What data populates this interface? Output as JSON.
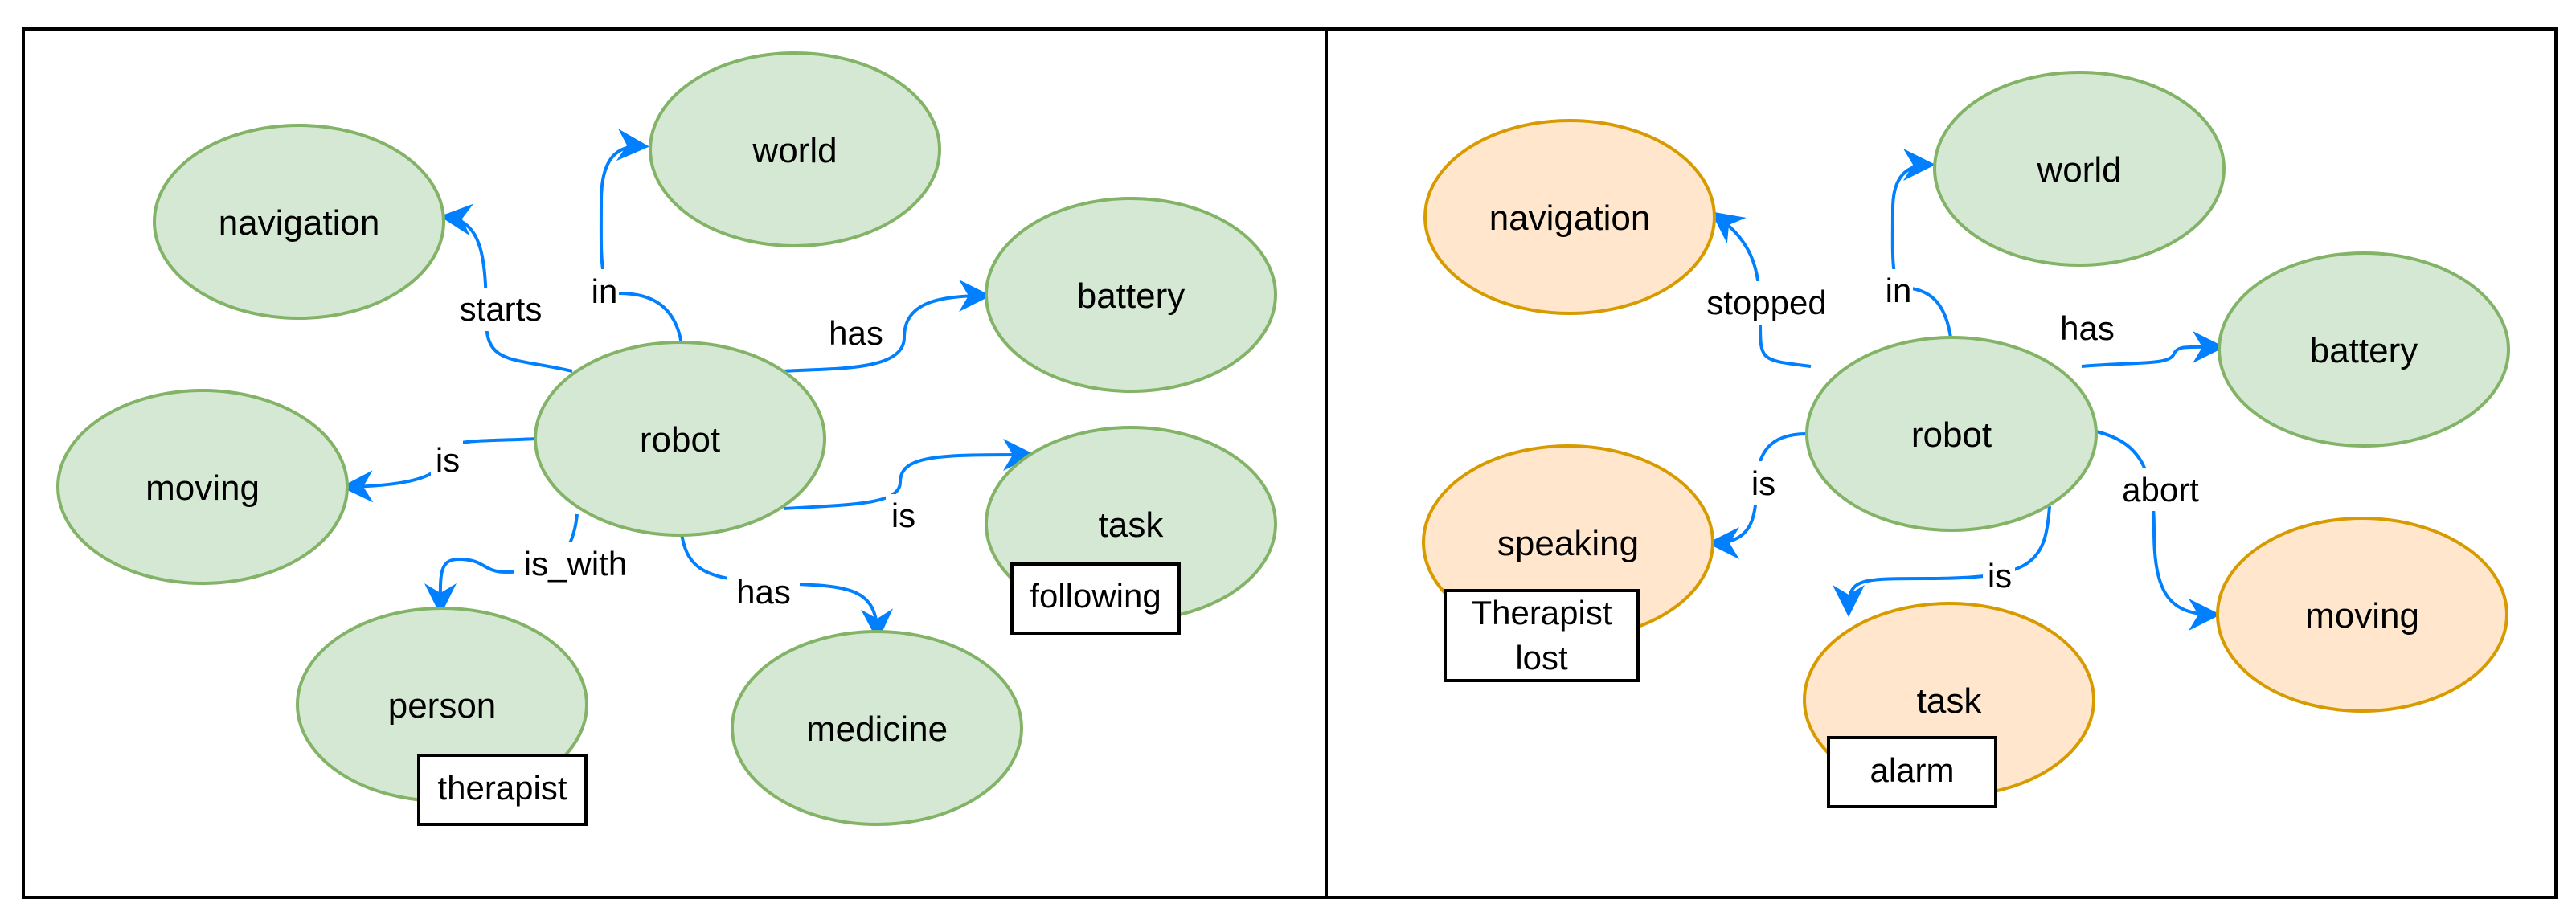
{
  "panels": [
    {
      "nodes": {
        "navigation": "navigation",
        "world": "world",
        "battery": "battery",
        "robot": "robot",
        "moving": "moving",
        "task": "task",
        "person": "person",
        "medicine": "medicine"
      },
      "edges": {
        "starts": "starts",
        "in": "in",
        "has_battery": "has",
        "is_moving": "is",
        "is_task": "is",
        "is_with": "is_with",
        "has_medicine": "has"
      },
      "tags": {
        "following": "following",
        "therapist": "therapist"
      }
    },
    {
      "nodes": {
        "navigation": "navigation",
        "world": "world",
        "battery": "battery",
        "robot": "robot",
        "speaking": "speaking",
        "task": "task",
        "moving": "moving"
      },
      "edges": {
        "stopped": "stopped",
        "in": "in",
        "has_battery": "has",
        "is_speaking": "is",
        "is_task": "is",
        "abort": "abort"
      },
      "tags": {
        "therapist_lost_line1": "Therapist",
        "therapist_lost_line2": "lost",
        "alarm": "alarm"
      }
    }
  ],
  "colors": {
    "active_fill": "#d5e8d4",
    "active_stroke": "#82b366",
    "alert_fill": "#ffe6cc",
    "alert_stroke": "#d79b00",
    "edge": "#007fff"
  }
}
